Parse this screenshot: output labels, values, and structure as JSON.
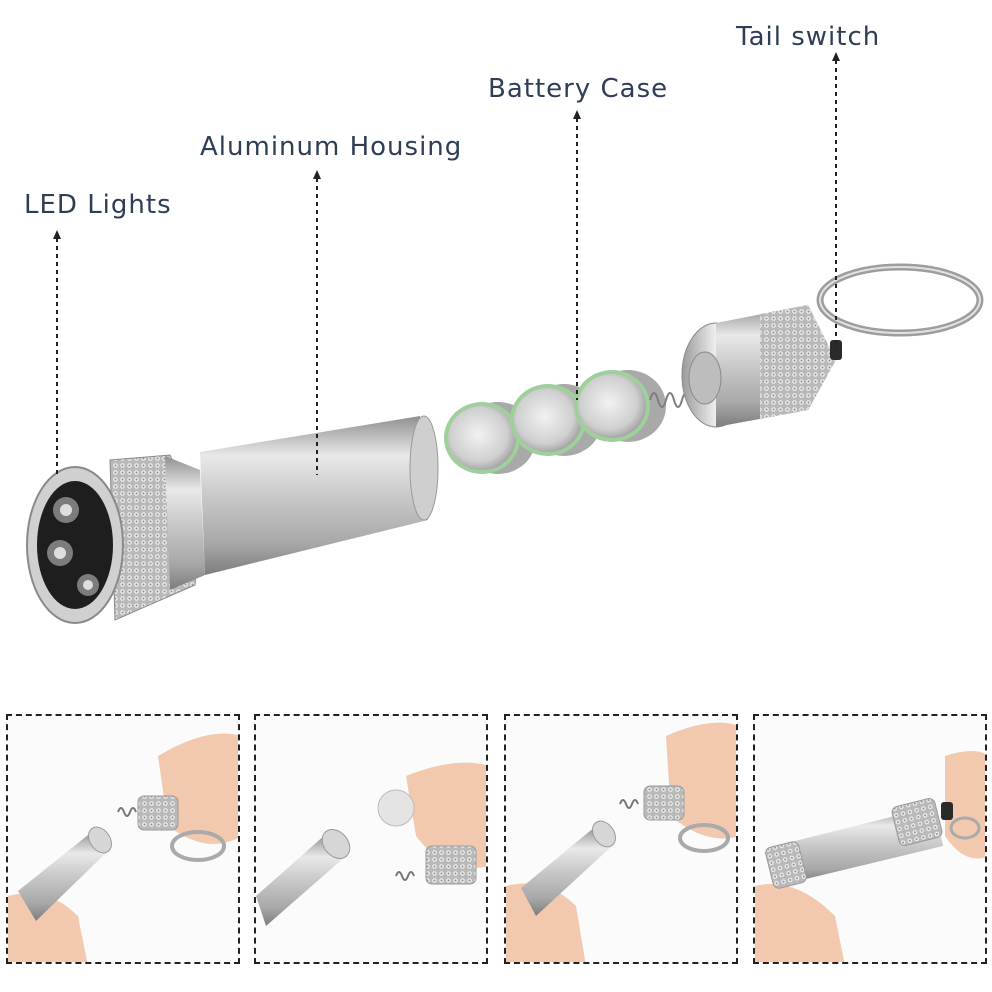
{
  "labels": {
    "led_lights": "LED Lights",
    "aluminum_housing": "Aluminum Housing",
    "battery_case": "Battery Case",
    "tail_switch": "Tail switch"
  },
  "colors": {
    "label_text": "#2f3e56",
    "pointer": "#222222",
    "silver": "#c8c8c8",
    "battery_green": "#9fcf9a",
    "skin": "#f2c9ae"
  }
}
